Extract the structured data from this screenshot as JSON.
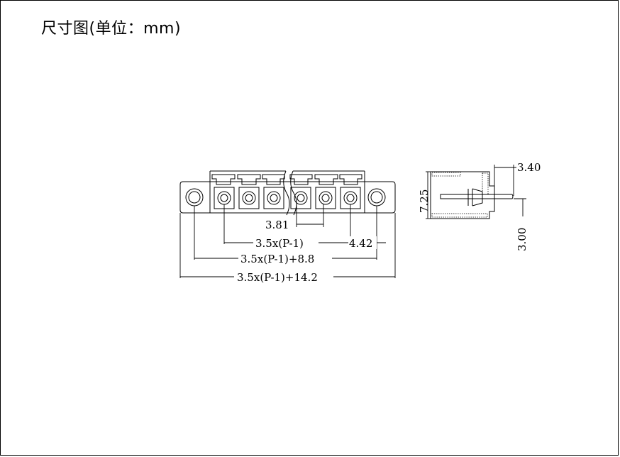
{
  "title": "尺寸图(单位：mm)",
  "dimensions": {
    "pitch": "3.81",
    "pin_span": "3.5x(P-1)",
    "end_offset": "4.42",
    "hole_span": "3.5x(P-1)+8.8",
    "overall": "3.5x(P-1)+14.2",
    "side_top": "3.40",
    "side_height": "7.25",
    "side_bottom": "3.00"
  }
}
